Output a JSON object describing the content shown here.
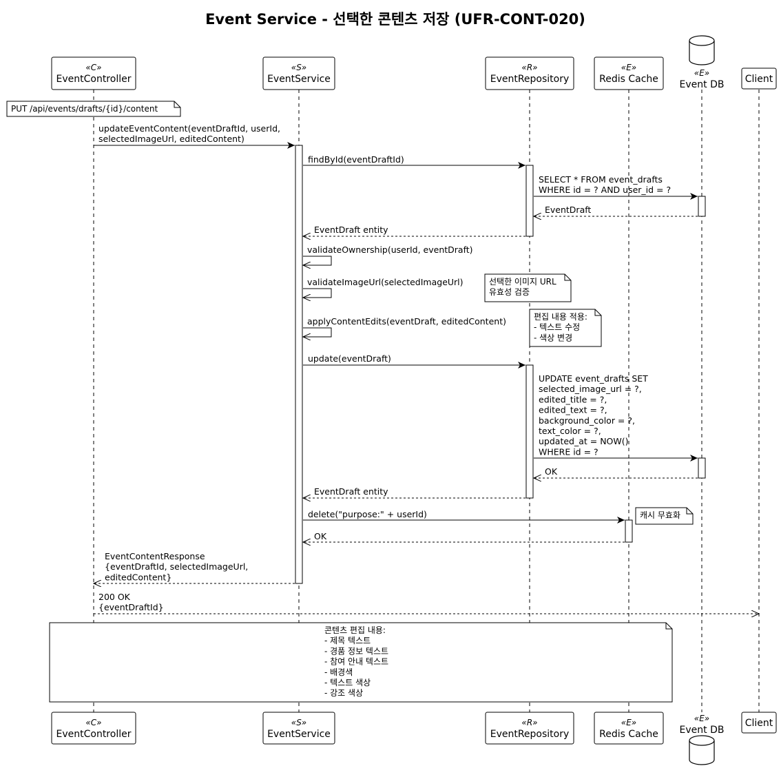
{
  "title": "Event Service - 선택한 콘텐츠 저장 (UFR-CONT-020)",
  "participants": [
    {
      "id": "ctrl",
      "name": "EventController",
      "stereotype": "«C»",
      "shape": "box"
    },
    {
      "id": "svc",
      "name": "EventService",
      "stereotype": "«S»",
      "shape": "box"
    },
    {
      "id": "repo",
      "name": "EventRepository",
      "stereotype": "«R»",
      "shape": "box"
    },
    {
      "id": "cache",
      "name": "Redis Cache",
      "stereotype": "«E»",
      "shape": "box"
    },
    {
      "id": "db",
      "name": "Event DB",
      "stereotype": "«E»",
      "shape": "database"
    },
    {
      "id": "client",
      "name": "Client",
      "stereotype": "",
      "shape": "box"
    }
  ],
  "messages": [
    {
      "from": "ctrl",
      "to": "svc",
      "style": "sync",
      "lines": [
        "updateEventContent(eventDraftId, userId,",
        "selectedImageUrl, editedContent)"
      ]
    },
    {
      "from": "svc",
      "to": "repo",
      "style": "sync",
      "lines": [
        "findById(eventDraftId)"
      ]
    },
    {
      "from": "repo",
      "to": "db",
      "style": "sync",
      "lines": [
        "SELECT * FROM event_drafts",
        "WHERE id = ? AND user_id = ?"
      ]
    },
    {
      "from": "db",
      "to": "repo",
      "style": "return",
      "lines": [
        "EventDraft"
      ]
    },
    {
      "from": "repo",
      "to": "svc",
      "style": "return",
      "lines": [
        "EventDraft entity"
      ]
    },
    {
      "from": "svc",
      "to": "svc",
      "style": "self",
      "lines": [
        "validateOwnership(userId, eventDraft)"
      ]
    },
    {
      "from": "svc",
      "to": "svc",
      "style": "self",
      "lines": [
        "validateImageUrl(selectedImageUrl)"
      ]
    },
    {
      "from": "svc",
      "to": "svc",
      "style": "self",
      "lines": [
        "applyContentEdits(eventDraft, editedContent)"
      ]
    },
    {
      "from": "svc",
      "to": "repo",
      "style": "sync",
      "lines": [
        "update(eventDraft)"
      ]
    },
    {
      "from": "repo",
      "to": "db",
      "style": "sync",
      "lines": [
        "UPDATE event_drafts SET",
        "selected_image_url = ?,",
        "edited_title = ?,",
        "edited_text = ?,",
        "background_color = ?,",
        "text_color = ?,",
        "updated_at = NOW()",
        "WHERE id = ?"
      ]
    },
    {
      "from": "db",
      "to": "repo",
      "style": "return",
      "lines": [
        "OK"
      ]
    },
    {
      "from": "repo",
      "to": "svc",
      "style": "return",
      "lines": [
        "EventDraft entity"
      ]
    },
    {
      "from": "svc",
      "to": "cache",
      "style": "sync",
      "lines": [
        "delete(\"purpose:\" + userId)"
      ]
    },
    {
      "from": "cache",
      "to": "svc",
      "style": "return",
      "lines": [
        "OK"
      ]
    },
    {
      "from": "svc",
      "to": "ctrl",
      "style": "return",
      "lines": [
        "EventContentResponse",
        "{eventDraftId, selectedImageUrl,",
        "editedContent}"
      ]
    },
    {
      "from": "ctrl",
      "to": "client",
      "style": "return",
      "lines": [
        "200 OK",
        "{eventDraftId}"
      ]
    }
  ],
  "notes": [
    {
      "lines": [
        "PUT /api/events/drafts/{id}/content"
      ]
    },
    {
      "lines": [
        "선택한 이미지 URL",
        "유효성 검증"
      ]
    },
    {
      "lines": [
        "편집 내용 적용:",
        "- 텍스트 수정",
        "- 색상 변경"
      ]
    },
    {
      "lines": [
        "캐시 무효화"
      ]
    },
    {
      "lines": [
        "콘텐츠 편집 내용:",
        "- 제목 텍스트",
        "- 경품 정보 텍스트",
        "- 참여 안내 텍스트",
        "- 배경색",
        "- 텍스트 색상",
        "- 강조 색상"
      ]
    }
  ]
}
